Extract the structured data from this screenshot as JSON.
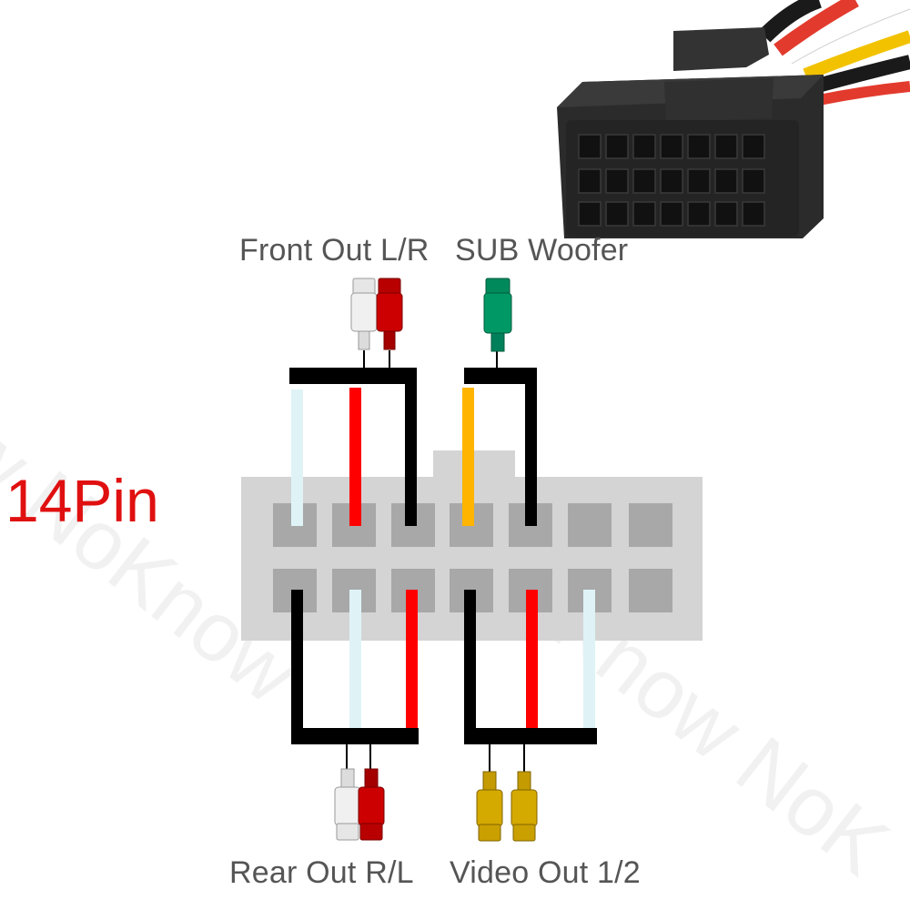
{
  "labels": {
    "front_out": "Front Out L/R",
    "sub_woofer": "SUB Woofer",
    "rear_out": "Rear Out R/L",
    "video_out": "Video Out 1/2",
    "pin_count": "14Pin"
  },
  "watermark": {
    "text_1": "Know NoKnow",
    "text_2": "NoKnow NoK"
  },
  "colors": {
    "label_text": "#555555",
    "pin_count_text": "#e01010",
    "connector_body": "#d4d4d4",
    "pin_slot": "#a8a8a8",
    "wire_black": "#000000",
    "wire_red": "#ff0000",
    "wire_light_blue": "#dff3f7",
    "wire_orange": "#ffb400",
    "plug_white": "#f0f0f0",
    "plug_red": "#cc0000",
    "plug_green": "#009966",
    "plug_yellow": "#d4a900",
    "photo_connector": "#2b2b2b"
  },
  "pin_grid": {
    "rows": 2,
    "columns": 7
  }
}
